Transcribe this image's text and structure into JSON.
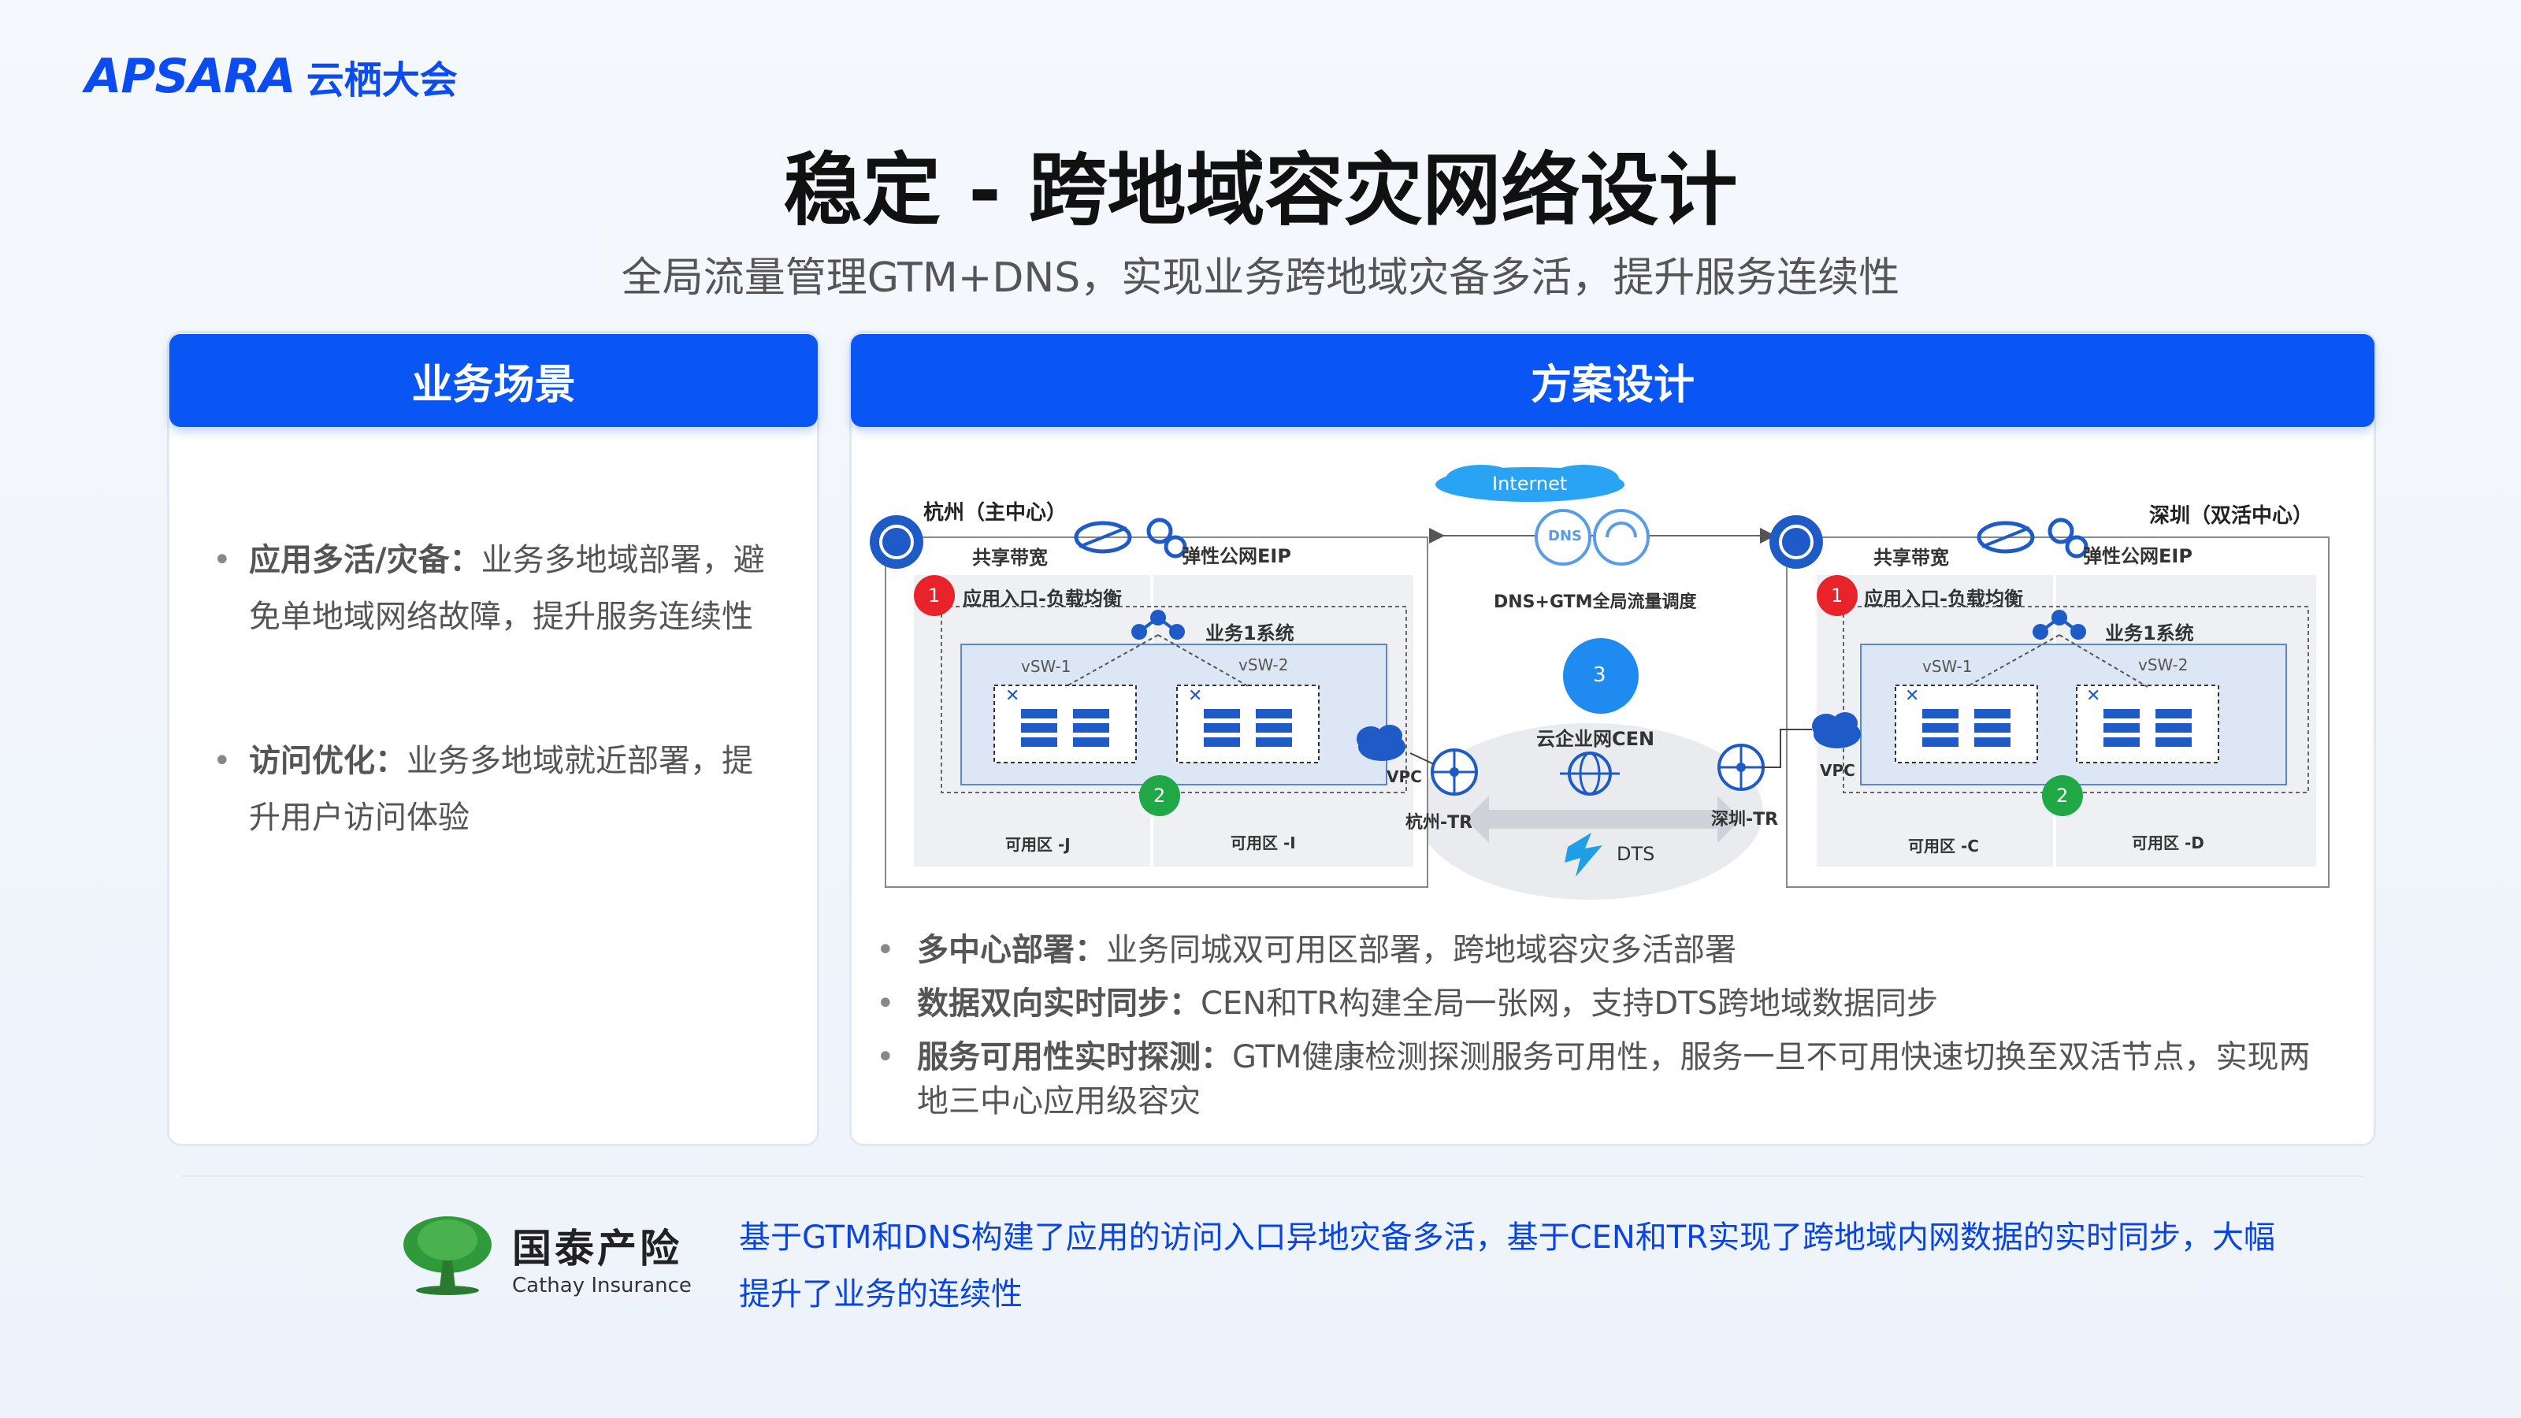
{
  "brand": {
    "wordmark": "APSARA",
    "name": "云栖大会"
  },
  "title": "稳定 - 跨地域容灾网络设计",
  "subtitle": "全局流量管理GTM+DNS，实现业务跨地域灾备多活，提升服务连续性",
  "left_panel": {
    "header": "业务场景",
    "bullets": [
      {
        "label": "应用多活/灾备",
        "sep": "：",
        "line1": "业务多地域部署，避",
        "line2": "免单地域网络故障，提升服务连续性"
      },
      {
        "label": "访问优化",
        "sep": "：",
        "line1": "业务多地域就近部署，提",
        "line2": "升用户访问体验"
      }
    ]
  },
  "right_panel": {
    "header": "方案设计",
    "diagram": {
      "internet": "Internet",
      "dns_gtm": "DNS+GTM全局流量调度",
      "cen_badge": "3",
      "cen": "云企业网CEN",
      "dts": "DTS",
      "dns_icon": "DNS",
      "left_region": {
        "title": "杭州（主中心）",
        "shared_bw": "共享带宽",
        "eip": "弹性公网EIP",
        "badge1": "1",
        "lb": "应用入口-负载均衡",
        "system": "业务1系统",
        "vsw1": "vSW-1",
        "vsw2": "vSW-2",
        "badge2": "2",
        "vpc": "VPC",
        "tr": "杭州-TR",
        "az1": "可用区 -J",
        "az2": "可用区 -I"
      },
      "right_region": {
        "title": "深圳（双活中心）",
        "shared_bw": "共享带宽",
        "eip": "弹性公网EIP",
        "badge1": "1",
        "lb": "应用入口-负载均衡",
        "system": "业务1系统",
        "vsw1": "vSW-1",
        "vsw2": "vSW-2",
        "badge2": "2",
        "vpc": "VPC",
        "tr": "深圳-TR",
        "az1": "可用区 -C",
        "az2": "可用区 -D"
      }
    },
    "bullets": [
      {
        "label": "多中心部署",
        "sep": "：",
        "text": "业务同城双可用区部署，跨地域容灾多活部署"
      },
      {
        "label": "数据双向实时同步",
        "sep": "：",
        "text": "CEN和TR构建全局一张网，支持DTS跨地域数据同步"
      },
      {
        "label": "服务可用性实时探测",
        "sep": "：",
        "text": "GTM健康检测探测服务可用性，服务一旦不可用快速切换至双活节点，实现两",
        "text2": "地三中心应用级容灾"
      }
    ]
  },
  "footer": {
    "logo_cn": "国泰产险",
    "logo_en": "Cathay Insurance",
    "line1": "基于GTM和DNS构建了应用的访问入口异地灾备多活，基于CEN和TR实现了跨地域内网数据的实时同步，大幅",
    "line2": "提升了业务的连续性"
  },
  "colors": {
    "accent": "#0a56f5",
    "badge_red": "#e8232a",
    "badge_green": "#1fa845",
    "badge_blue": "#1f8bf0",
    "footer_text": "#0a45e0"
  }
}
